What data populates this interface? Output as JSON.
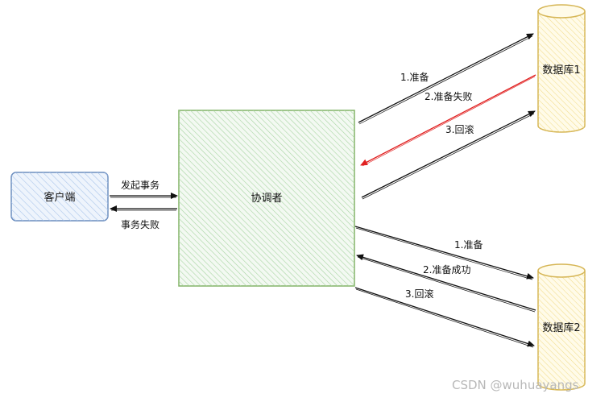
{
  "nodes": {
    "client": "客户端",
    "coordinator": "协调者",
    "db1": "数据库1",
    "db2": "数据库2"
  },
  "edges": {
    "client_to_coord": "发起事务",
    "coord_to_client": "事务失败",
    "db1_prepare": "1.准备",
    "db1_prepare_failed": "2.准备失败",
    "db1_rollback": "3.回滚",
    "db2_prepare": "1.准备",
    "db2_prepare_success": "2.准备成功",
    "db2_rollback": "3.回滚"
  },
  "watermark": "CSDN @wuhuayangs",
  "colors": {
    "client_fill": "#dae8fc",
    "client_stroke": "#6c8ebf",
    "coord_fill": "#d5e8d4",
    "coord_stroke": "#82b366",
    "db_fill": "#fff2cc",
    "db_stroke": "#d6b656",
    "arrow": "#111111",
    "fail_arrow": "#e02020"
  }
}
